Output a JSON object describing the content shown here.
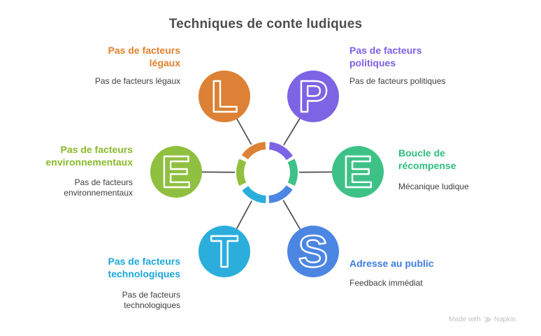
{
  "title": "Techniques de conte ludiques",
  "diagram": {
    "line_color": "#4a4a4a",
    "nodes": [
      {
        "id": "facteurs-legaux",
        "letter": "L",
        "circle_color": "#dc8136",
        "heading_color": "#e0802c",
        "heading": "Pas de facteurs légaux",
        "subtitle": "Pas de facteurs légaux"
      },
      {
        "id": "facteurs-politiques",
        "letter": "P",
        "circle_color": "#7c64e4",
        "heading_color": "#7c5fe6",
        "heading": "Pas de facteurs politiques",
        "subtitle": "Pas de facteurs politiques"
      },
      {
        "id": "facteurs-environnementaux",
        "letter": "E",
        "circle_color": "#8fc03f",
        "heading_color": "#8aba2c",
        "heading": "Pas de facteurs environnementaux",
        "subtitle": "Pas de facteurs environnementaux"
      },
      {
        "id": "boucle-de-recompense",
        "letter": "E",
        "circle_color": "#3ec187",
        "heading_color": "#2ebd7e",
        "heading": "Boucle de récompense",
        "subtitle": "Mécanique ludique"
      },
      {
        "id": "facteurs-technologiques",
        "letter": "T",
        "circle_color": "#2baedc",
        "heading_color": "#1ca7db",
        "heading": "Pas de facteurs technologiques",
        "subtitle": "Pas de facteurs technologiques"
      },
      {
        "id": "adresse-au-public",
        "letter": "S",
        "circle_color": "#4c86e3",
        "heading_color": "#3c7ce2",
        "heading": "Adresse au public",
        "subtitle": "Feedback immédiat"
      }
    ]
  },
  "watermark": {
    "text": "Made with",
    "brand": "Napkin",
    "color": "#c2c2c2"
  }
}
